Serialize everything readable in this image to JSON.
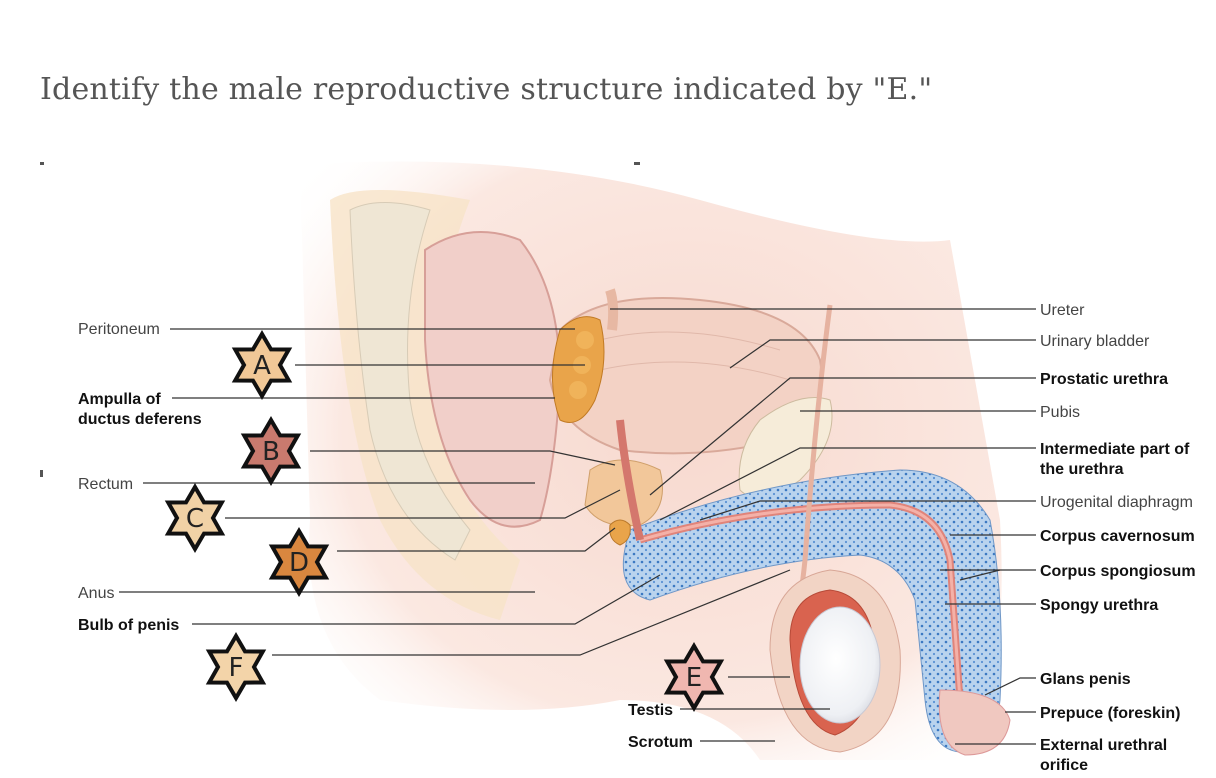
{
  "question": "Identify the male reproductive structure indicated by \"E.\"",
  "left_labels": [
    {
      "id": "peritoneum",
      "text": "Peritoneum",
      "bold": false
    },
    {
      "id": "ampulla",
      "lines": [
        "Ampulla of",
        "ductus deferens"
      ],
      "bold": true
    },
    {
      "id": "rectum",
      "text": "Rectum",
      "bold": false
    },
    {
      "id": "anus",
      "text": "Anus",
      "bold": false
    },
    {
      "id": "bulb",
      "text": "Bulb of penis",
      "bold": true
    },
    {
      "id": "testis",
      "text": "Testis",
      "bold": true
    },
    {
      "id": "scrotum",
      "text": "Scrotum",
      "bold": true
    }
  ],
  "right_labels": [
    {
      "id": "ureter",
      "text": "Ureter",
      "bold": false
    },
    {
      "id": "bladder",
      "text": "Urinary bladder",
      "bold": false
    },
    {
      "id": "prostatic",
      "text": "Prostatic urethra",
      "bold": true
    },
    {
      "id": "pubis",
      "text": "Pubis",
      "bold": false
    },
    {
      "id": "intermediate",
      "lines": [
        "Intermediate part of",
        "the urethra"
      ],
      "bold": true
    },
    {
      "id": "urogenital",
      "text": "Urogenital diaphragm",
      "bold": false
    },
    {
      "id": "cavernosum",
      "text": "Corpus cavernosum",
      "bold": true
    },
    {
      "id": "spongiosum",
      "text": "Corpus spongiosum",
      "bold": true
    },
    {
      "id": "spongy",
      "text": "Spongy urethra",
      "bold": true
    },
    {
      "id": "glans",
      "text": "Glans penis",
      "bold": true
    },
    {
      "id": "prepuce",
      "text": "Prepuce (foreskin)",
      "bold": true
    },
    {
      "id": "external",
      "lines": [
        "External urethral",
        "orifice"
      ],
      "bold": true
    }
  ],
  "markers": [
    {
      "letter": "A",
      "color": "#f1c897"
    },
    {
      "letter": "B",
      "color": "#c97a6e"
    },
    {
      "letter": "C",
      "color": "#f1d2a6"
    },
    {
      "letter": "D",
      "color": "#d9873f"
    },
    {
      "letter": "E",
      "color": "#f0b7b0"
    },
    {
      "letter": "F",
      "color": "#f3d4a9"
    }
  ]
}
